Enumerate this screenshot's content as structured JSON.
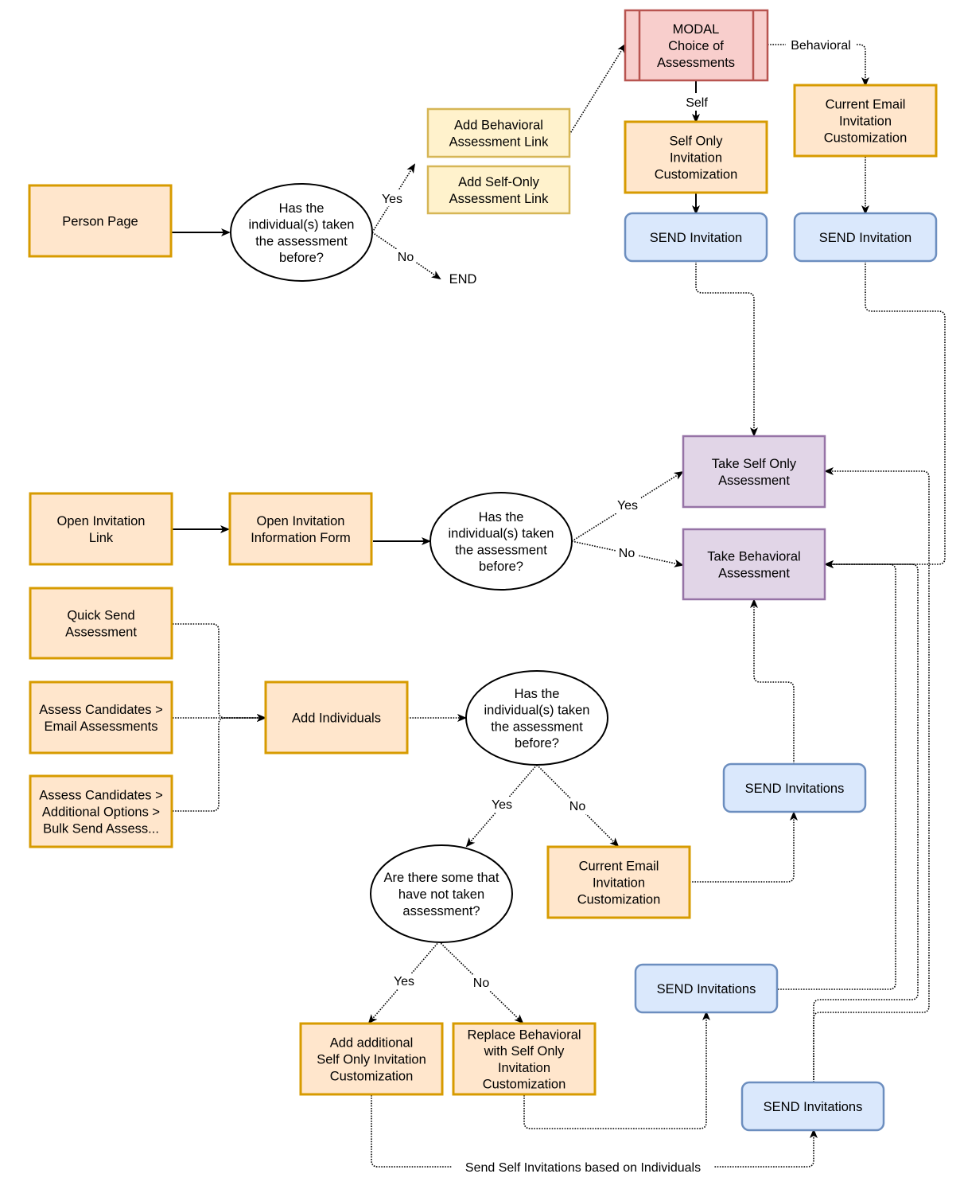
{
  "colors": {
    "process_fill": "#ffe6cc",
    "process_stroke": "#d79b00",
    "link_fill": "#fff2cc",
    "link_stroke": "#d6b656",
    "send_fill": "#dae8fc",
    "send_stroke": "#6c8ebf",
    "assessment_fill": "#e1d5e7",
    "assessment_stroke": "#9673a6",
    "modal_fill": "#f8cecc",
    "modal_stroke": "#b85450"
  },
  "nodes": {
    "person_page": [
      "Person Page"
    ],
    "decision_top": [
      "Has the",
      "individual(s) taken",
      "the assessment",
      "before?"
    ],
    "end": [
      "END"
    ],
    "add_behavioral_link": [
      "Add Behavioral",
      "Assessment Link"
    ],
    "add_self_only_link": [
      "Add Self-Only",
      "Assessment Link"
    ],
    "modal": [
      "MODAL",
      "Choice of",
      "Assessments"
    ],
    "self_only_customization": [
      "Self Only",
      "Invitation",
      "Customization"
    ],
    "current_email_customization_top": [
      "Current Email",
      "Invitation",
      "Customization"
    ],
    "send_invitation_self": [
      "SEND Invitation"
    ],
    "send_invitation_behavioral": [
      "SEND Invitation"
    ],
    "take_self_only": [
      "Take Self Only",
      "Assessment"
    ],
    "take_behavioral": [
      "Take Behavioral",
      "Assessment"
    ],
    "open_invitation_link": [
      "Open Invitation",
      "Link"
    ],
    "open_invitation_form": [
      "Open Invitation",
      "Information Form"
    ],
    "decision_middle": [
      "Has the",
      "individual(s) taken",
      "the assessment",
      "before?"
    ],
    "quick_send": [
      "Quick Send",
      "Assessment"
    ],
    "assess_email": [
      "Assess Candidates >",
      "Email Assessments"
    ],
    "assess_bulk": [
      "Assess Candidates >",
      "Additional Options >",
      "Bulk Send Assess..."
    ],
    "add_individuals": [
      "Add Individuals"
    ],
    "decision_bottom": [
      "Has the",
      "individual(s) taken",
      "the assessment",
      "before?"
    ],
    "decision_some": [
      "Are there some that",
      "have not taken",
      "assessment?"
    ],
    "current_email_customization_bottom": [
      "Current Email",
      "Invitation",
      "Customization"
    ],
    "send_invitations_right": [
      "SEND Invitations"
    ],
    "send_invitations_mid": [
      "SEND Invitations"
    ],
    "send_invitations_bottom": [
      "SEND Invitations"
    ],
    "add_additional_self_only": [
      "Add additional",
      "Self Only Invitation",
      "Customization"
    ],
    "replace_behavioral": [
      "Replace Behavioral",
      "with Self Only",
      "Invitation",
      "Customization"
    ]
  },
  "edge_labels": {
    "yes_top": "Yes",
    "no_top": "No",
    "behavioral": "Behavioral",
    "self": "Self",
    "yes_middle": "Yes",
    "no_middle": "No",
    "yes_bottom": "Yes",
    "no_bottom": "No",
    "yes_some": "Yes",
    "no_some": "No",
    "send_self_based": "Send Self Invitations based on Individuals"
  }
}
